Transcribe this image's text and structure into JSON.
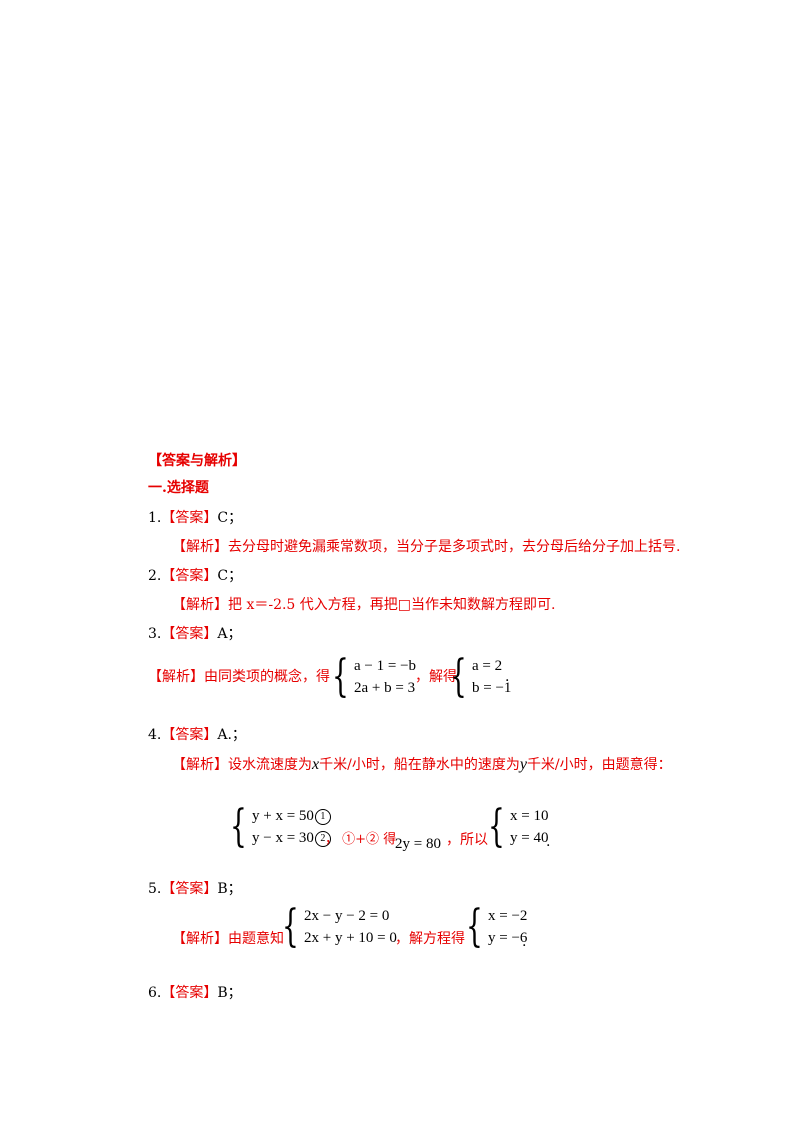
{
  "heading": "【答案与解析】",
  "section": "一.选择题",
  "q1": {
    "num": "1.",
    "ans_tag": "【答案】",
    "ans": "C；",
    "exp_tag": "【解析】",
    "exp": "去分母时避免漏乘常数项，当分子是多项式时，去分母后给分子加上括号."
  },
  "q2": {
    "num": "2.",
    "ans_tag": "【答案】",
    "ans": "C；",
    "exp_tag": "【解析】",
    "exp": "把 x＝-2.5 代入方程，再把□当作未知数解方程即可."
  },
  "q3": {
    "num": "3.",
    "ans_tag": "【答案】",
    "ans": "A；",
    "exp_tag": "【解析】",
    "exp_a": "由同类项的概念，得",
    "exp_b": "，解得",
    "sys1": [
      "a − 1 = −b",
      "2a + b = 3"
    ],
    "sys2": [
      "a = 2",
      "b = −1"
    ],
    "end": "."
  },
  "q4": {
    "num": "4.",
    "ans_tag": "【答案】",
    "ans": "A.；",
    "exp_tag": "【解析】",
    "exp_a": "设水流速度为",
    "var_x": "x",
    "exp_b": "千米/小时，船在静水中的速度为",
    "var_y": "y",
    "exp_c": "千米/小时，由题意得：",
    "sys1": [
      "y + x = 50",
      "y − x = 30"
    ],
    "mark1": "1",
    "mark2": "2",
    "mid_a": "，",
    "mid_b": "①+②",
    "mid_c": "得",
    "eq": "2y = 80",
    "mid_d": "，所以",
    "sys2": [
      "x = 10",
      "y = 40"
    ],
    "end": "."
  },
  "q5": {
    "num": "5.",
    "ans_tag": "【答案】",
    "ans": "B；",
    "exp_tag": "【解析】",
    "exp_a": "由题意知",
    "sys1": [
      "2x − y − 2 = 0",
      "2x + y + 10 = 0"
    ],
    "exp_b": "，解方程得",
    "sys2": [
      "x = −2",
      "y = −6"
    ],
    "end": "."
  },
  "q6": {
    "num": "6.",
    "ans_tag": "【答案】",
    "ans": "B；"
  }
}
